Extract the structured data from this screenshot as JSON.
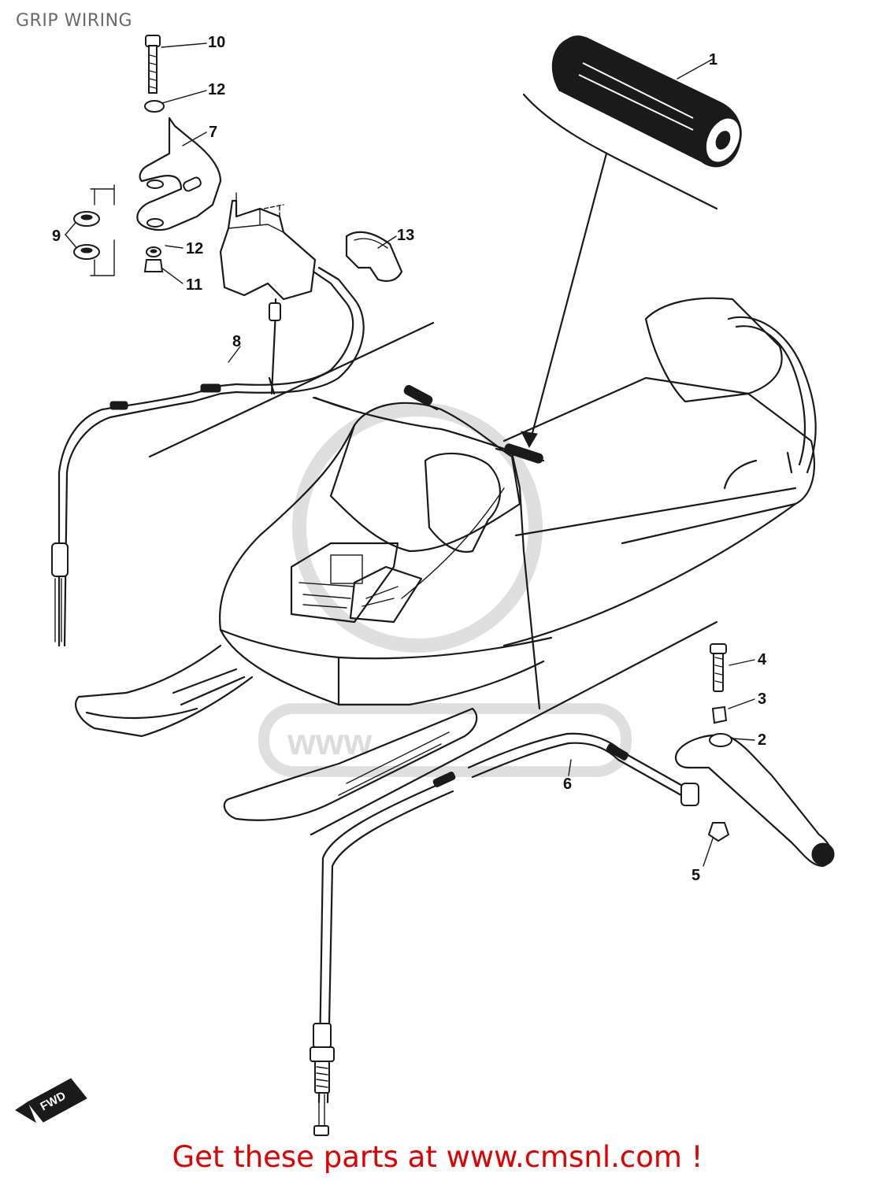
{
  "title": "GRIP WIRING",
  "footer": "Get these parts at www.cmsnl.com !",
  "watermark": "www",
  "direction_marker": "FWD",
  "callouts": [
    {
      "id": "1",
      "label": "1"
    },
    {
      "id": "2",
      "label": "2"
    },
    {
      "id": "3",
      "label": "3"
    },
    {
      "id": "4",
      "label": "4"
    },
    {
      "id": "5",
      "label": "5"
    },
    {
      "id": "6",
      "label": "6"
    },
    {
      "id": "7",
      "label": "7"
    },
    {
      "id": "8",
      "label": "8"
    },
    {
      "id": "9",
      "label": "9"
    },
    {
      "id": "10",
      "label": "10"
    },
    {
      "id": "11",
      "label": "11"
    },
    {
      "id": "12a",
      "label": "12"
    },
    {
      "id": "12b",
      "label": "12"
    },
    {
      "id": "13",
      "label": "13"
    }
  ],
  "colors": {
    "title": "#6a6a6a",
    "footer": "#e00000",
    "ink": "#1a1a1a",
    "watermark": "#d9d9d9"
  }
}
